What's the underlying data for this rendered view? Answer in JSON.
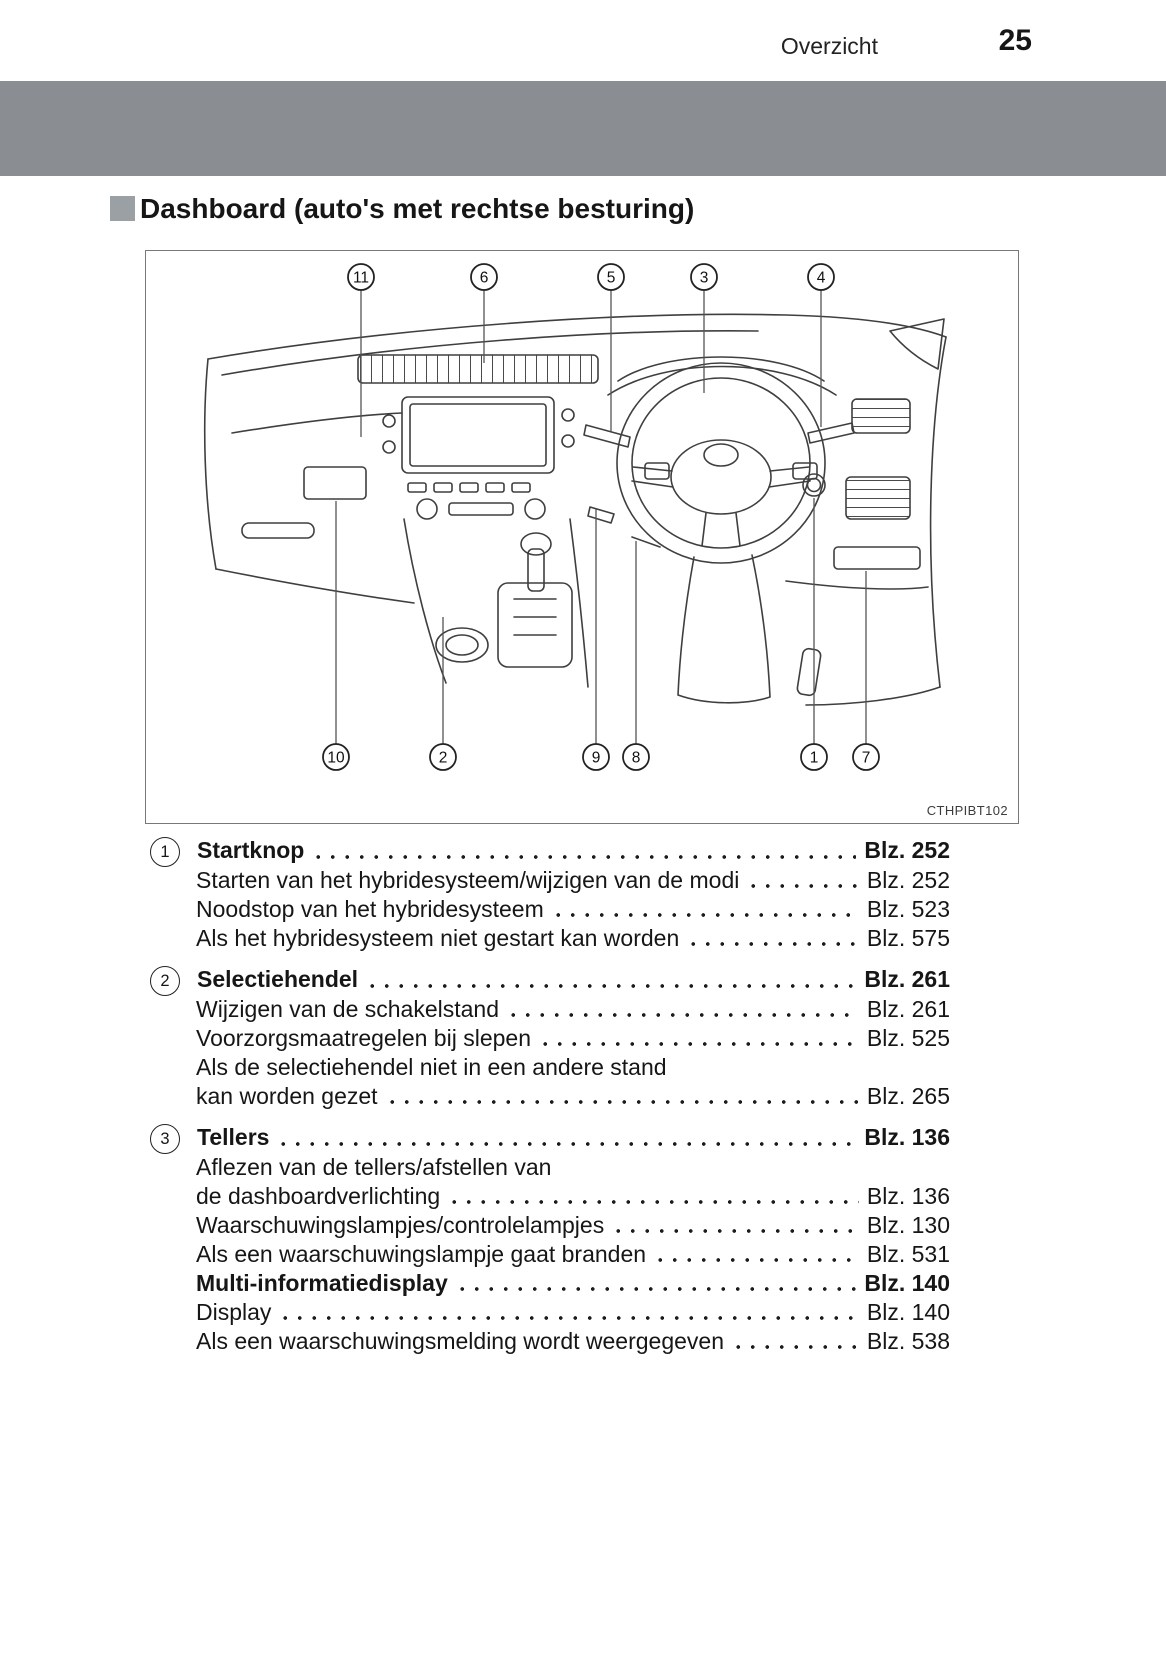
{
  "header": {
    "section_label": "Overzicht",
    "page_number": "25"
  },
  "section": {
    "title": "Dashboard (auto's met rechtse besturing)"
  },
  "colors": {
    "banner_gray": "#8a8e92",
    "bullet_gray": "#9aa0a4"
  },
  "figure": {
    "code": "CTHPIBT102",
    "callouts": [
      "11",
      "6",
      "5",
      "3",
      "4",
      "10",
      "2",
      "9",
      "8",
      "1",
      "7"
    ]
  },
  "index": {
    "items": [
      {
        "number": "1",
        "title": "Startknop",
        "page": "Blz. 252",
        "rows": [
          {
            "text": "Starten van het hybridesysteem/wijzigen van de modi",
            "page": "Blz. 252"
          },
          {
            "text": "Noodstop van het hybridesysteem",
            "page": "Blz. 523"
          },
          {
            "text": "Als het hybridesysteem niet gestart kan worden",
            "page": "Blz. 575"
          }
        ]
      },
      {
        "number": "2",
        "title": "Selectiehendel",
        "page": "Blz. 261",
        "rows": [
          {
            "text": "Wijzigen van de schakelstand",
            "page": "Blz. 261"
          },
          {
            "text": "Voorzorgsmaatregelen bij slepen",
            "page": "Blz. 525"
          },
          {
            "text": "Als de selectiehendel niet in een andere stand",
            "page": ""
          },
          {
            "text": "kan worden gezet",
            "page": "Blz. 265"
          }
        ]
      },
      {
        "number": "3",
        "title": "Tellers",
        "page": "Blz. 136",
        "rows": [
          {
            "text": "Aflezen van de tellers/afstellen van",
            "page": ""
          },
          {
            "text": "de dashboardverlichting",
            "page": "Blz. 136"
          },
          {
            "text": "Waarschuwingslampjes/controlelampjes",
            "page": "Blz. 130"
          },
          {
            "text": "Als een waarschuwingslampje gaat branden",
            "page": "Blz. 531"
          },
          {
            "text": "Multi-informatiedisplay",
            "page": "Blz. 140"
          },
          {
            "text": "Display",
            "page": "Blz. 140"
          },
          {
            "text": "Als een waarschuwingsmelding wordt weergegeven",
            "page": "Blz. 538"
          }
        ]
      }
    ]
  }
}
